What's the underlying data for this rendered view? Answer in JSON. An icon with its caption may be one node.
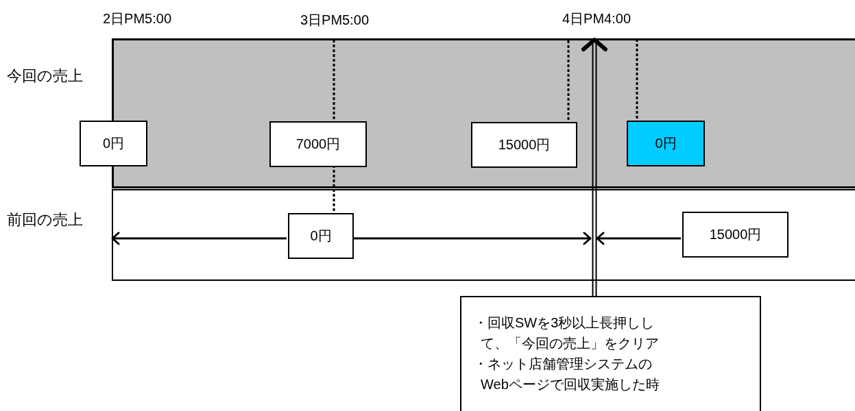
{
  "diagram": {
    "nodes": [
      {
        "text": [
          "今回の売上"
        ]
      },
      {
        "text": [
          "0円"
        ]
      },
      {
        "text": [
          "7000円"
        ],
        "in": 0
      },
      {
        "text": [
          "15000円"
        ],
        "in": 0
      },
      {
        "text": [
          "0円"
        ],
        "in": 0
      },
      {
        "text": [
          "前回の売上"
        ]
      },
      {
        "text": [
          "0円"
        ],
        "in": 5
      },
      {
        "text": [
          "15000円"
        ],
        "in": 5
      },
      {
        "text": [
          "・回収SWを3秒以上長押しして、「今回の売上」をクリア",
          "・ネット店舗管理システムのWebページで回収実施した時"
        ]
      }
    ],
    "edges": [
      {
        "from": 8,
        "to": 0,
        "arrow": "to"
      },
      {
        "from": 2,
        "to": 0,
        "arrow": "none",
        "style": "dashed"
      },
      {
        "from": 2,
        "to": 6,
        "arrow": "none",
        "style": "dashed"
      },
      {
        "from": 3,
        "to": 0,
        "arrow": "none",
        "style": "dashed"
      },
      {
        "from": 4,
        "to": 0,
        "arrow": "none",
        "style": "dashed"
      },
      {
        "from": 6,
        "to": 5,
        "arrow": "to"
      },
      {
        "from": 6,
        "to": null,
        "arrow": "to"
      },
      {
        "from": 7,
        "to": null,
        "arrow": "to"
      }
    ],
    "labels": [
      "2日PM5:00",
      "3日PM5:00",
      "4日PM4:00"
    ]
  }
}
